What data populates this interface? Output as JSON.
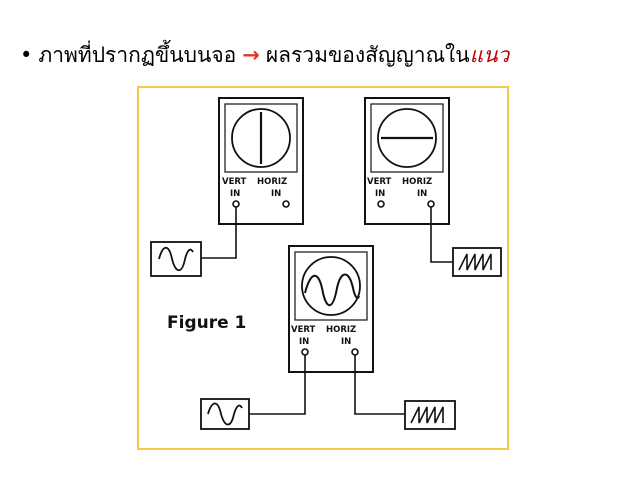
{
  "slide": {
    "bullet": "•",
    "text_before": "ภาพที่ปรากฏขึ้นบนจอ",
    "arrow": "→",
    "text_after": "ผลรวมของสัญญาณใน",
    "text_emphasis": "แนว"
  },
  "figure": {
    "caption": "Figure 1",
    "vert_label": "VERT",
    "horiz_label": "HORIZ",
    "in_label": "IN",
    "scopes": [
      {
        "screen": "vertical-line",
        "vert_input": "sine",
        "horiz_input": "none"
      },
      {
        "screen": "horizontal-line",
        "vert_input": "none",
        "horiz_input": "sawtooth"
      },
      {
        "screen": "sine-wave",
        "vert_input": "sine",
        "horiz_input": "sawtooth"
      }
    ]
  },
  "colors": {
    "arrow": "#e0392b",
    "emphasis": "#c00000",
    "frame": "#f2c94c"
  }
}
